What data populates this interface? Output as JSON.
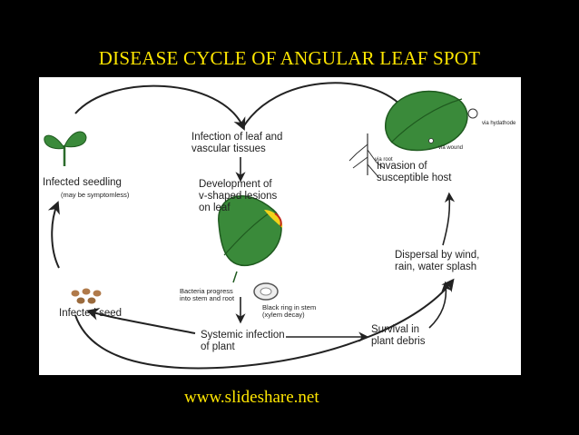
{
  "title": "DISEASE CYCLE OF ANGULAR LEAF SPOT",
  "footer": "www.slideshare.net",
  "labels": {
    "infection": "Infection of leaf and\nvascular tissues",
    "development": "Development of\nv-shaped lesions\non leaf",
    "invasion": "Invasion of\nsusceptible host",
    "via_hydathode": "via hydathode",
    "via_wound": "via wound",
    "via_root": "via root",
    "infected_seedling": "Infected seedling",
    "may_be_symptomless": "(may be symptomless)",
    "bacteria_progress": "Bacteria progress\ninto stem and root",
    "black_ring": "Black ring in stem\n(xylem decay)",
    "infected_seed": "Infected seed",
    "dispersal": "Dispersal by wind,\nrain, water splash",
    "systemic": "Systemic infection\nof plant",
    "survival": "Survival in\nplant debris"
  },
  "colors": {
    "background": "#000000",
    "title": "#ffe600",
    "leaf": "#3a8a3a",
    "leaf_dark": "#1f5a1f",
    "lesion": "#f2d21a",
    "lesion_red": "#c0281c",
    "seed": "#b07a4a"
  },
  "icons": [
    "seedling-icon",
    "diseased-leaf-icon",
    "host-leaf-icon",
    "root-icon",
    "stem-ring-icon",
    "seeds-icon"
  ]
}
